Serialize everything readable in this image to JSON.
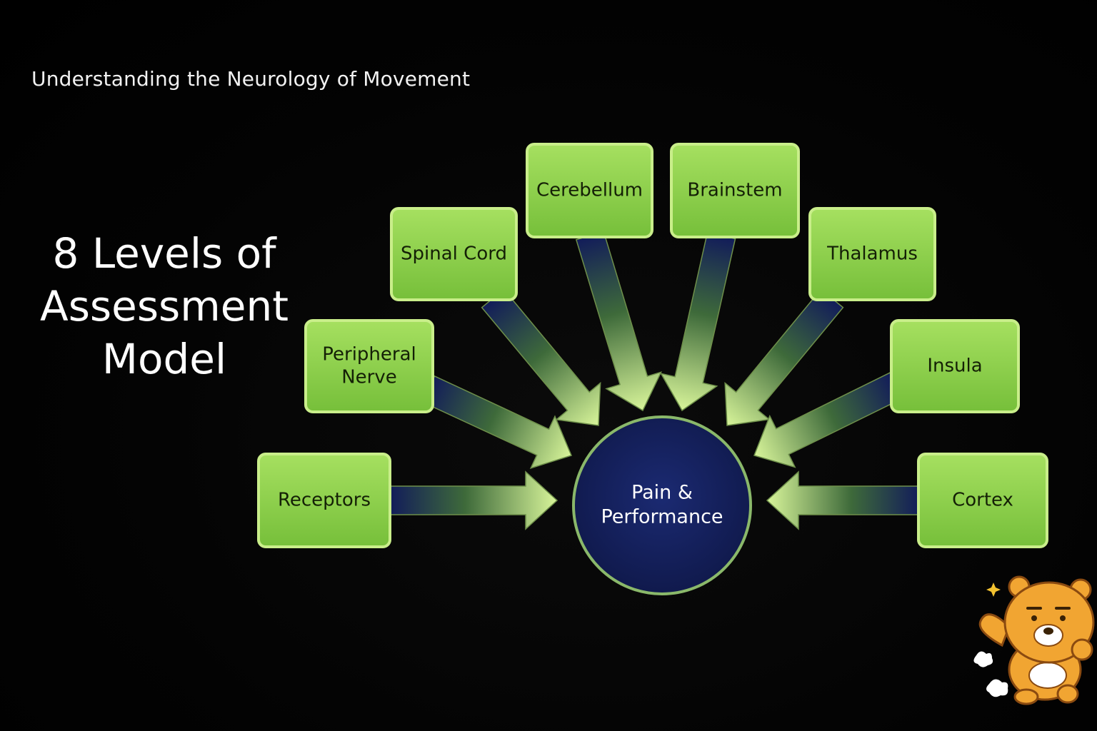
{
  "header": {
    "title": "Understanding the Neurology of Movement"
  },
  "main": {
    "title_lines": [
      "8 Levels of",
      "Assessment",
      "Model"
    ]
  },
  "diagram": {
    "hub": {
      "lines": [
        "Pain &",
        "Performance"
      ]
    },
    "nodes": [
      {
        "id": "receptors",
        "lines": [
          "Receptors"
        ]
      },
      {
        "id": "peripheral-nerve",
        "lines": [
          "Peripheral",
          "Nerve"
        ]
      },
      {
        "id": "spinal-cord",
        "lines": [
          "Spinal Cord"
        ]
      },
      {
        "id": "cerebellum",
        "lines": [
          "Cerebellum"
        ]
      },
      {
        "id": "brainstem",
        "lines": [
          "Brainstem"
        ]
      },
      {
        "id": "thalamus",
        "lines": [
          "Thalamus"
        ]
      },
      {
        "id": "insula",
        "lines": [
          "Insula"
        ]
      },
      {
        "id": "cortex",
        "lines": [
          "Cortex"
        ]
      }
    ]
  },
  "colors": {
    "node_fill": "#8fd14f",
    "node_border": "#c9ee8a",
    "arrow_dark": "#121c5a",
    "arrow_light": "#d8f59a",
    "hub_fill": "#131f5c",
    "hub_border": "#8ab86a"
  },
  "decoration": {
    "mascot_icon": "bear-mascot-sticker"
  }
}
